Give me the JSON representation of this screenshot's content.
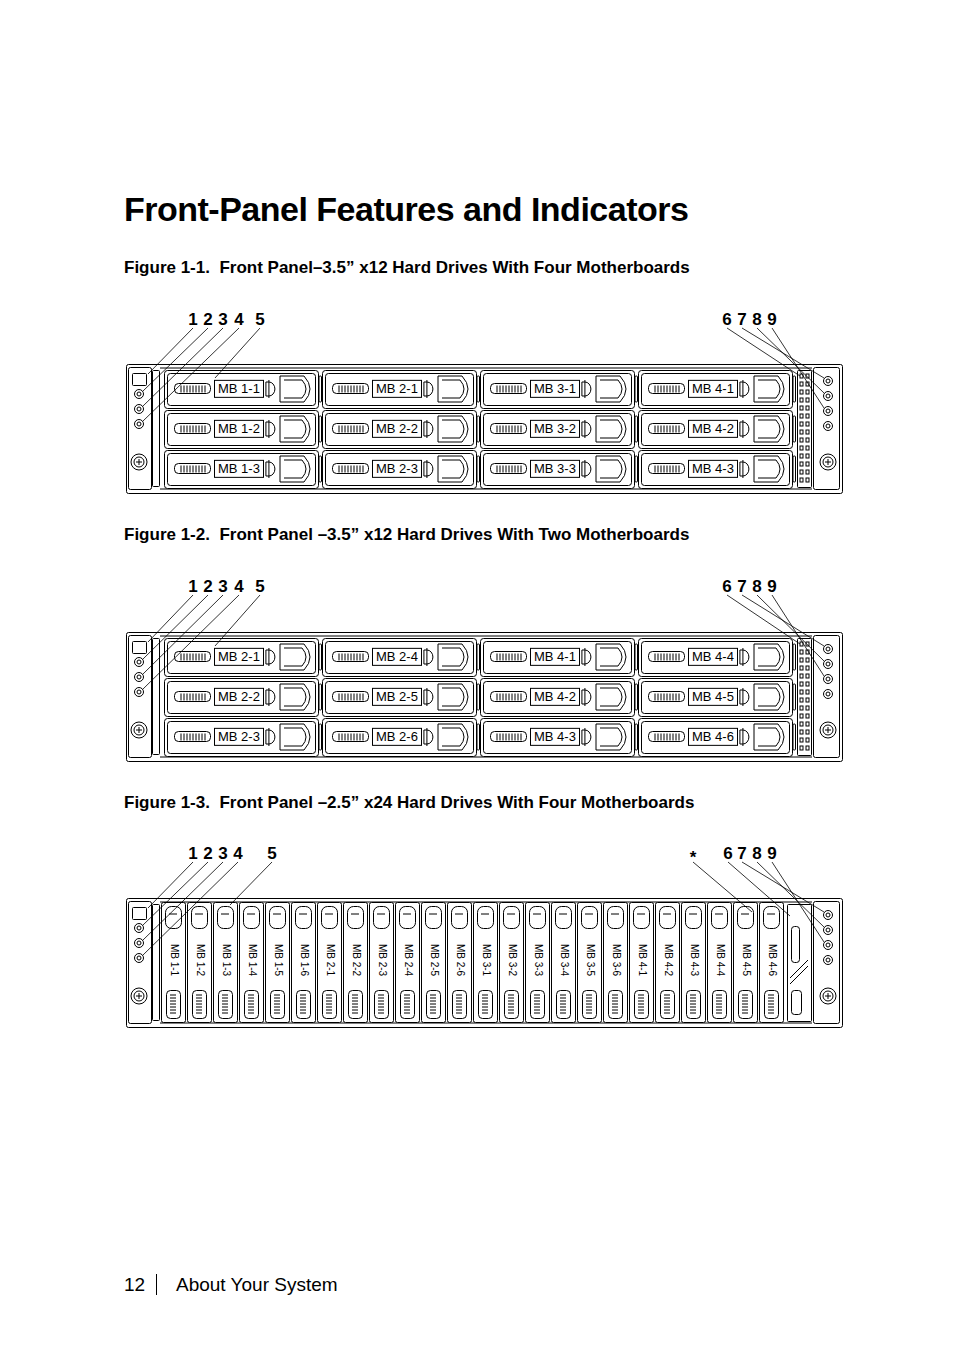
{
  "diagram": {
    "title": "Front-Panel Features and Indicators",
    "nodes": [
      {
        "text": [
          "MB 1-1"
        ]
      },
      {
        "text": [
          "MB 2-1"
        ]
      },
      {
        "text": [
          "MB 3-1"
        ]
      },
      {
        "text": [
          "MB 4-1"
        ]
      },
      {
        "text": [
          "MB 1-2"
        ]
      },
      {
        "text": [
          "MB 2-2"
        ]
      },
      {
        "text": [
          "MB 3-2"
        ]
      },
      {
        "text": [
          "MB 4-2"
        ]
      },
      {
        "text": [
          "MB 1-3"
        ]
      },
      {
        "text": [
          "MB 2-3"
        ]
      },
      {
        "text": [
          "MB 3-3"
        ]
      },
      {
        "text": [
          "MB 4-3"
        ]
      },
      {
        "text": [
          "MB 2-1"
        ]
      },
      {
        "text": [
          "MB 2-4"
        ]
      },
      {
        "text": [
          "MB 4-1"
        ]
      },
      {
        "text": [
          "MB 4-4"
        ]
      },
      {
        "text": [
          "MB 2-2"
        ]
      },
      {
        "text": [
          "MB 2-5"
        ]
      },
      {
        "text": [
          "MB 4-2"
        ]
      },
      {
        "text": [
          "MB 4-5"
        ]
      },
      {
        "text": [
          "MB 2-3"
        ]
      },
      {
        "text": [
          "MB 2-6"
        ]
      },
      {
        "text": [
          "MB 4-3"
        ]
      },
      {
        "text": [
          "MB 4-6"
        ]
      },
      {
        "text": [
          "MB 1-1"
        ]
      },
      {
        "text": [
          "MB 1-2"
        ]
      },
      {
        "text": [
          "MB 1-3"
        ]
      },
      {
        "text": [
          "MB 1-4"
        ]
      },
      {
        "text": [
          "MB 1-5"
        ]
      },
      {
        "text": [
          "MB 1-6"
        ]
      },
      {
        "text": [
          "MB 2-1"
        ]
      },
      {
        "text": [
          "MB 2-2"
        ]
      },
      {
        "text": [
          "MB 2-3"
        ]
      },
      {
        "text": [
          "MB 2-4"
        ]
      },
      {
        "text": [
          "MB 2-5"
        ]
      },
      {
        "text": [
          "MB 2-6"
        ]
      },
      {
        "text": [
          "MB 3-1"
        ]
      },
      {
        "text": [
          "MB 3-2"
        ]
      },
      {
        "text": [
          "MB 3-3"
        ]
      },
      {
        "text": [
          "MB 3-4"
        ]
      },
      {
        "text": [
          "MB 3-5"
        ]
      },
      {
        "text": [
          "MB 3-6"
        ]
      },
      {
        "text": [
          "MB 4-1"
        ]
      },
      {
        "text": [
          "MB 4-2"
        ]
      },
      {
        "text": [
          "MB 4-3"
        ]
      },
      {
        "text": [
          "MB 4-4"
        ]
      },
      {
        "text": [
          "MB 4-5"
        ]
      },
      {
        "text": [
          "MB 4-6"
        ]
      }
    ],
    "labels": [
      "Figure 1-1.  Front Panel–3.5” x12 Hard Drives With Four Motherboards",
      "1",
      "2",
      "3",
      "4",
      "5",
      "6",
      "7",
      "8",
      "9",
      "Figure 1-2.  Front Panel –3.5” x12 Hard Drives With Two Motherboards",
      "1",
      "2",
      "3",
      "4",
      "5",
      "6",
      "7",
      "8",
      "9",
      "Figure 1-3.  Front Panel –2.5” x24 Hard Drives With Four Motherboards",
      "1",
      "2",
      "3",
      "4",
      "5",
      "*",
      "6",
      "7",
      "8",
      "9",
      "12",
      "About Your System"
    ]
  }
}
